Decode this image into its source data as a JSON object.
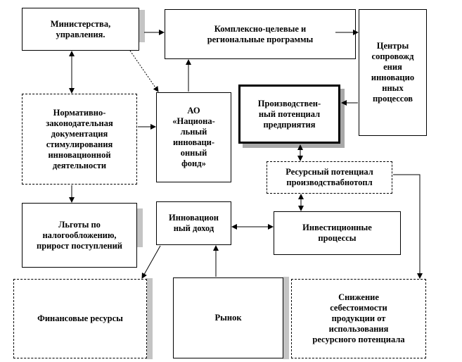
{
  "boxes": {
    "ministries": "Министерства,\nуправления.",
    "programs": "Комплексно-целевые и\nрегиональные программы",
    "centers": "Центры\nсопровожд\nения\nинновацио\nнных\nпроцессов",
    "regulatory": "Нормативно-\nзаконодательная\nдокументация\nстимулирования\nинновационной\nдеятельности",
    "ao_fund": "АО\n«Национа-\nльный\nинноваци-\nонный\nфонд»",
    "production": "Производствен-\nный потенциал\nпредприятия",
    "resource": "Ресурсный потенциал\nпроизводствабнотопл",
    "tax": "Льготы по\nналогообложению,\nприрост поступлений",
    "innov_income": "Инновацион\nный доход",
    "investment": "Инвестиционные\nпроцессы",
    "finance": "Финансовые ресурсы",
    "market": "Рынок",
    "cost_reduction": "Снижение\nсебестоимости\nпродукции от\nиспользования\nресурсного потенциала"
  }
}
